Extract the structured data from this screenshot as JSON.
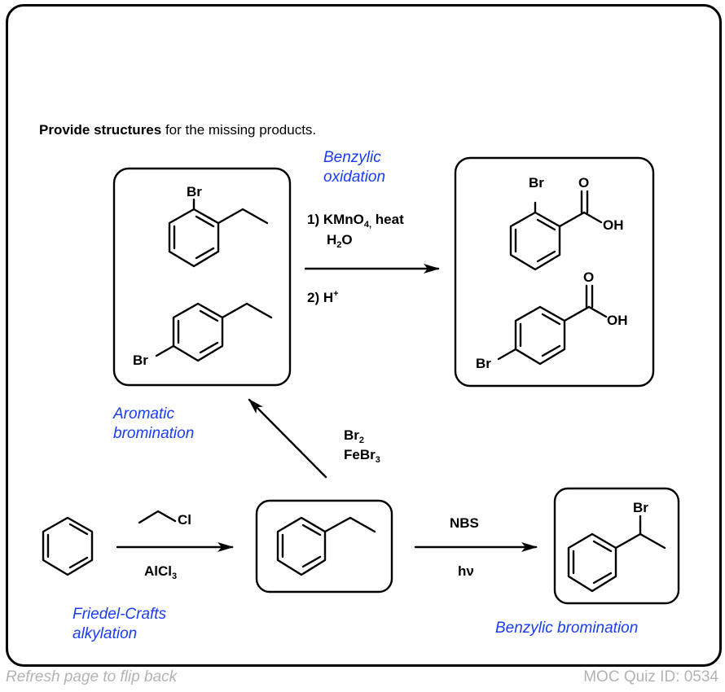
{
  "prompt": {
    "bold": "Provide structures",
    "rest": " for the missing products."
  },
  "reactions": {
    "benzylic_oxidation": {
      "label_line1": "Benzylic",
      "label_line2": "oxidation",
      "reagent_step1": "1) KMnO",
      "reagent_step1_sub": "4,",
      "reagent_step1_tail": " heat",
      "reagent_water_h": "H",
      "reagent_water_sub": "2",
      "reagent_water_o": "O",
      "reagent_step2": "2) H",
      "reagent_step2_sup": "+"
    },
    "aromatic_bromination": {
      "label_line1": "Aromatic",
      "label_line2": "bromination",
      "reagent1": "Br",
      "reagent1_sub": "2",
      "reagent2": "FeBr",
      "reagent2_sub": "3"
    },
    "friedel_crafts": {
      "label_line1": "Friedel-Crafts",
      "label_line2": "alkylation",
      "reagent_top_atom": "Cl",
      "reagent_bottom": "AlCl",
      "reagent_bottom_sub": "3"
    },
    "benzylic_bromination": {
      "label": "Benzylic bromination",
      "reagent_top": "NBS",
      "reagent_bottom": "hν"
    }
  },
  "molecules": {
    "ortho_bromoethylbenzene": {
      "substituent": "Br"
    },
    "para_bromoethylbenzene": {
      "substituent": "Br"
    },
    "ortho_bromobenzoic_acid": {
      "substituent": "Br",
      "carbonyl_o": "O",
      "hydroxyl": "OH"
    },
    "para_bromobenzoic_acid": {
      "substituent": "Br",
      "carbonyl_o": "O",
      "hydroxyl": "OH"
    },
    "bromoethylbenzene_benzylic": {
      "substituent": "Br"
    }
  },
  "footer": {
    "left": "Refresh page to flip back",
    "right": "MOC Quiz ID: 0534"
  },
  "colors": {
    "accent_blue": "#1a3cf5",
    "footer_gray": "#b3b3b3"
  }
}
